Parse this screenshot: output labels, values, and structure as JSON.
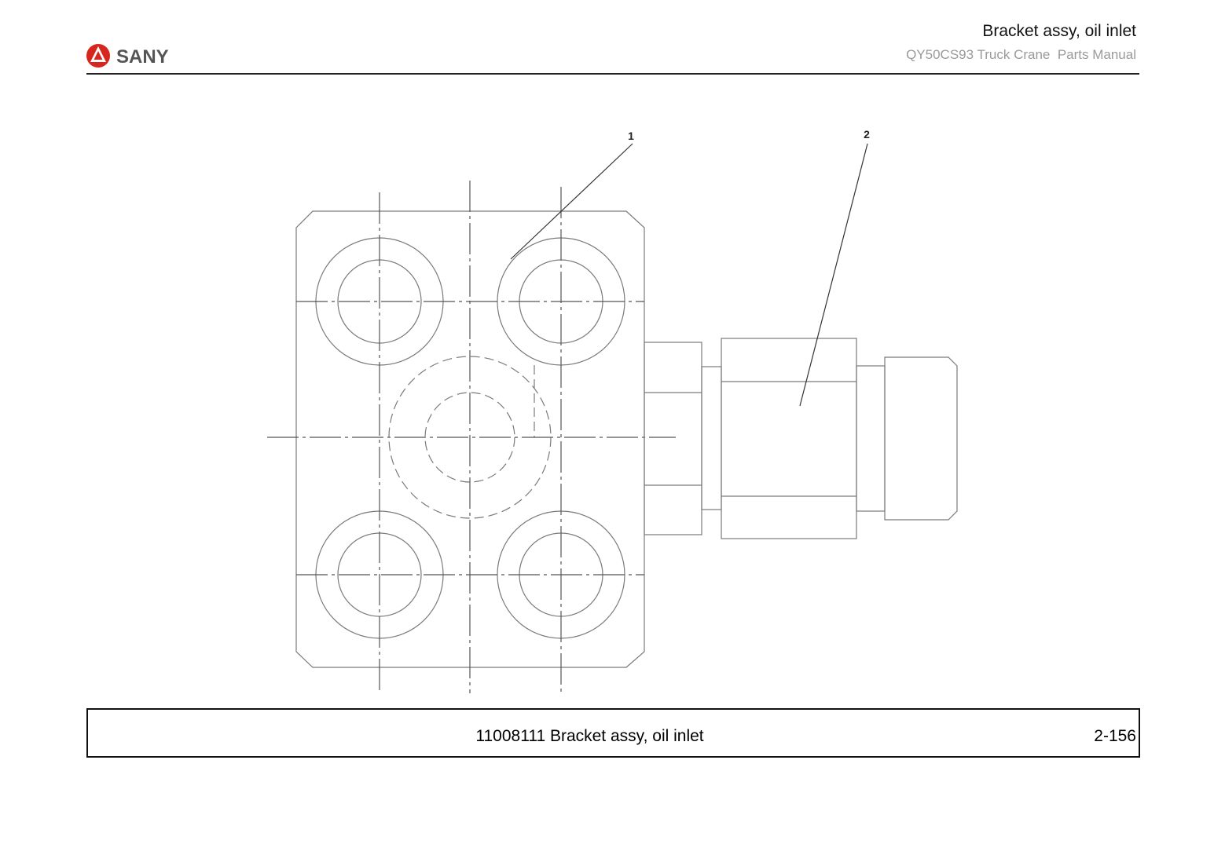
{
  "header": {
    "brand": "SANY",
    "title": "Bracket assy, oil inlet",
    "subtitle": "QY50CS93 Truck Crane  Parts Manual"
  },
  "drawing": {
    "callouts": [
      "1",
      "2"
    ]
  },
  "footer": {
    "caption": "11008111 Bracket assy, oil inlet",
    "page_number": "2-156"
  },
  "colors": {
    "brand_red": "#d7261e",
    "line": "#7a7a7a"
  }
}
